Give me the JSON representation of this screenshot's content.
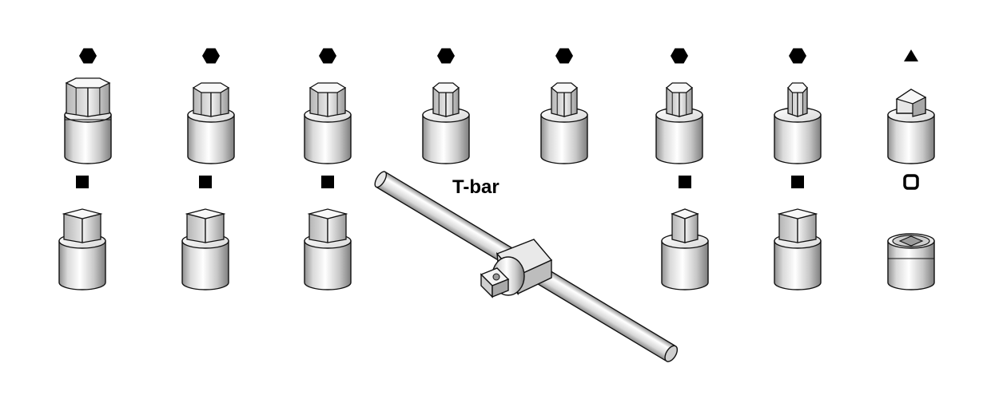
{
  "tbar": {
    "label": "T-bar"
  },
  "colors": {
    "outline": "#111111",
    "metal_light": "#f4f4f4",
    "metal_mid": "#cfcfcf",
    "metal_dark": "#8f8f8f",
    "symbol": "#000000"
  },
  "sockets": [
    {
      "name": "hex-socket-1",
      "symbol": "hexagon",
      "variant": "large-hex"
    },
    {
      "name": "hex-socket-2",
      "symbol": "hexagon",
      "variant": "hex"
    },
    {
      "name": "hex-socket-3",
      "symbol": "hexagon",
      "variant": "hex"
    },
    {
      "name": "hex-socket-4",
      "symbol": "hexagon",
      "variant": "small-hex"
    },
    {
      "name": "hex-socket-5",
      "symbol": "hexagon",
      "variant": "small-hex"
    },
    {
      "name": "hex-socket-6",
      "symbol": "hexagon",
      "variant": "small-hex"
    },
    {
      "name": "hex-socket-7",
      "symbol": "hexagon",
      "variant": "tiny-hex"
    },
    {
      "name": "triangle-socket",
      "symbol": "triangle",
      "variant": "triangle"
    },
    {
      "name": "square-socket-1",
      "symbol": "square",
      "variant": "square"
    },
    {
      "name": "square-socket-2",
      "symbol": "square",
      "variant": "square"
    },
    {
      "name": "square-socket-3",
      "symbol": "square",
      "variant": "square"
    },
    {
      "name": "square-socket-4",
      "symbol": "square",
      "variant": "small-square"
    },
    {
      "name": "square-socket-5",
      "symbol": "square",
      "variant": "square"
    },
    {
      "name": "square-recess-socket",
      "symbol": "square-outline",
      "variant": "recess"
    }
  ]
}
